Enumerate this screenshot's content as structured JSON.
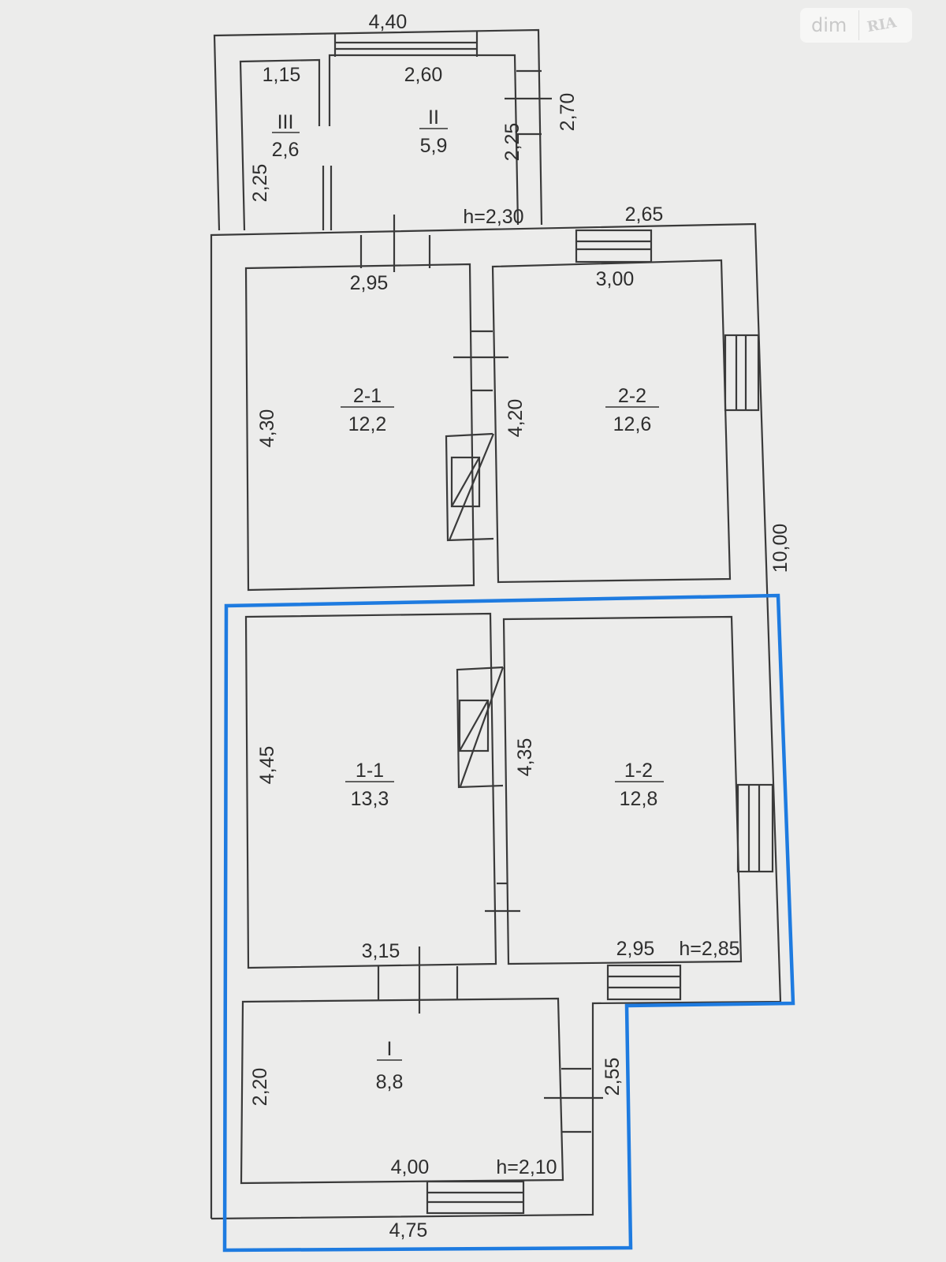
{
  "logo": {
    "left": "dim",
    "right": "RIA"
  },
  "highlight_color": "#1e7be0",
  "rooms": [
    {
      "id": "III",
      "area": "2,6"
    },
    {
      "id": "II",
      "area": "5,9"
    },
    {
      "id": "2-1",
      "area": "12,2"
    },
    {
      "id": "2-2",
      "area": "12,6"
    },
    {
      "id": "1-1",
      "area": "13,3"
    },
    {
      "id": "1-2",
      "area": "12,8"
    },
    {
      "id": "I",
      "area": "8,8"
    }
  ],
  "dimensions": {
    "annex_width": "4,40",
    "room_III_width": "1,15",
    "room_II_width": "2,60",
    "room_III_height": "2,25",
    "room_II_height": "2,25",
    "annex_outer_height": "2,70",
    "annex_ceiling": "h=2,30",
    "top_right_outer": "2,65",
    "room_2_1_width": "2,95",
    "room_2_2_width": "3,00",
    "room_2_1_height": "4,30",
    "room_2_2_height": "4,20",
    "house_length": "10,00",
    "room_1_1_height": "4,45",
    "room_1_2_height": "4,35",
    "room_1_1_width": "3,15",
    "room_1_2_width": "2,95",
    "main_ceiling": "h=2,85",
    "room_I_height": "2,20",
    "room_I_outer_height": "2,55",
    "room_I_width": "4,00",
    "room_I_ceiling": "h=2,10",
    "room_I_outer_width": "4,75"
  }
}
